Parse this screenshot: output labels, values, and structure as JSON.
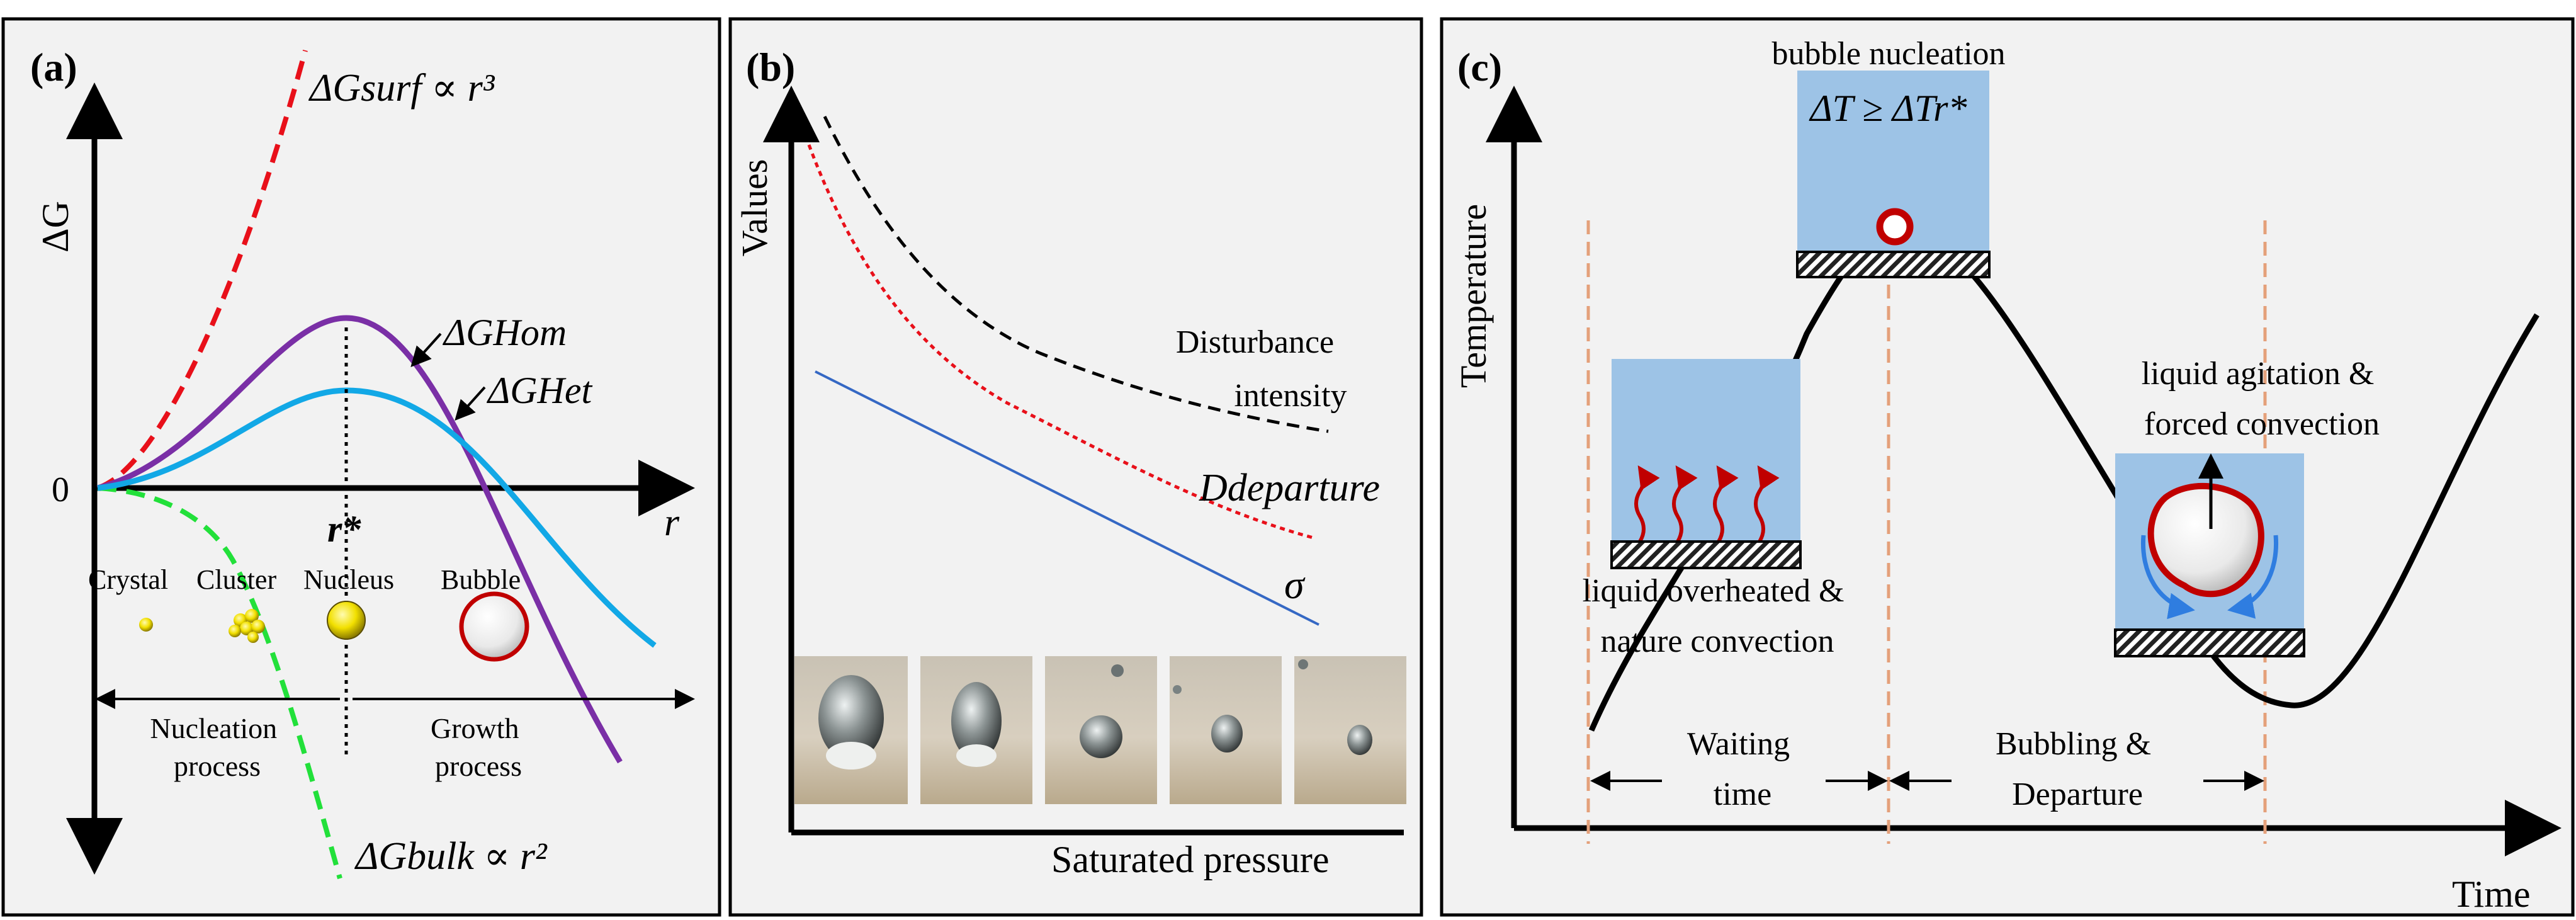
{
  "colors": {
    "panel_bg": "#f2f2f2",
    "border": "#000000",
    "red": "#e8101a",
    "green": "#22e03a",
    "purple": "#7a2fa6",
    "cyan": "#12a8e6",
    "blue_line": "#3568c4",
    "box_blue": "#9dc3e6",
    "bubble_rim": "#c00000",
    "wave_red": "#c00000",
    "arrow_blue": "#2f7de0",
    "dash_orange": "#e4a07a"
  },
  "panel_a": {
    "label": "(a)",
    "y_axis_label": "ΔG",
    "x_axis_label": "r",
    "origin_label": "0",
    "r_star_label": "r*",
    "surf_label": "ΔGsurf ∝ r³",
    "bulk_label": "ΔGbulk ∝ r²",
    "hom_label": "ΔGHom",
    "het_label": "ΔGHet",
    "stages": [
      "Crystal",
      "Cluster",
      "Nucleus",
      "Bubble"
    ],
    "process_left": [
      "Nucleation",
      "process"
    ],
    "process_right": [
      "Growth",
      "process"
    ]
  },
  "panel_b": {
    "label": "(b)",
    "y_axis_label": "Values",
    "x_axis_label": "Saturated pressure",
    "disturbance_label": [
      "Disturbance",
      "intensity"
    ],
    "d_departure_label": "Ddeparture",
    "sigma_label": "σ",
    "photo_count": 5
  },
  "panel_c": {
    "label": "(c)",
    "y_axis_label": "Temperature",
    "x_axis_label": "Time",
    "nucleation_title": "bubble nucleation",
    "nucleation_condition": "ΔT ≥ ΔTr*",
    "overheat_label": [
      "liquid overheated &",
      "nature convection"
    ],
    "agitation_label": [
      "liquid agitation &",
      "forced convection"
    ],
    "waiting_label": [
      "Waiting",
      "time"
    ],
    "bubbling_label": [
      "Bubbling &",
      "Departure"
    ]
  }
}
